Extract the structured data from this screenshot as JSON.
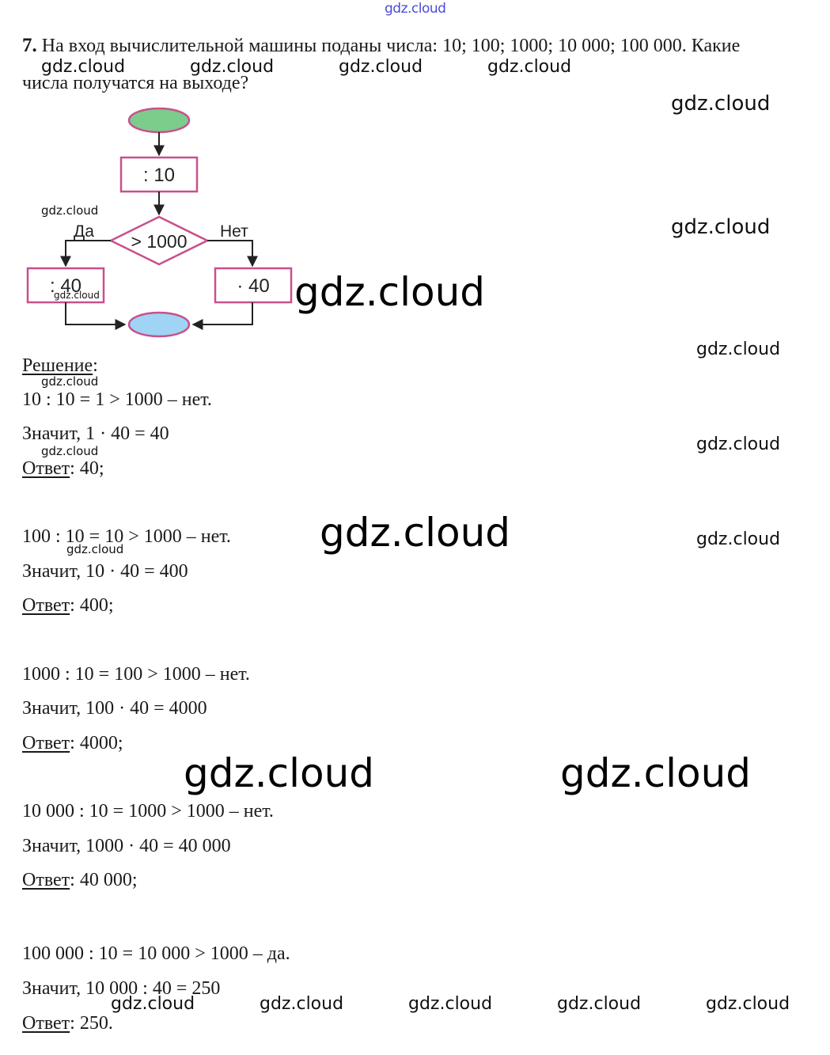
{
  "header_watermark": "gdz.cloud",
  "task": {
    "number": "7.",
    "question_line1": "На вход вычислительной машины поданы числа: 10; 100; 1000; 10 000; 100 000. Какие",
    "question_line2": "числа получатся на выходе?"
  },
  "flowchart": {
    "start_color": "#7ccc8c",
    "end_color": "#9fd4f5",
    "border_color": "#c8508c",
    "step1": ": 10",
    "condition": "> 1000",
    "yes_label": "Да",
    "no_label": "Нет",
    "yes_action": ": 40",
    "no_action": "· 40"
  },
  "solution": {
    "heading": "Решение",
    "heading_suffix": ":",
    "answer_label": "Ответ",
    "cases": [
      {
        "calc": "10 : 10 = 1 > 1000 – нет.",
        "then": "Значит, 1 · 40 = 40",
        "answer": ": 40;"
      },
      {
        "calc": "100 : 10 = 10 > 1000 – нет.",
        "then": "Значит, 10 · 40 = 400",
        "answer": ": 400;"
      },
      {
        "calc": "1000 : 10 = 100 > 1000 – нет.",
        "then": "Значит, 100 · 40 = 4000",
        "answer": ": 4000;"
      },
      {
        "calc": "10 000 : 10 = 1000 > 1000 – нет.",
        "then": "Значит, 1000 · 40 = 40 000",
        "answer": ": 40 000;"
      },
      {
        "calc": "100 000 : 10 = 10 000 > 1000 – да.",
        "then": "Значит, 10 000 : 40 = 250",
        "answer": ": 250."
      }
    ]
  },
  "watermark_text": "gdz.cloud"
}
